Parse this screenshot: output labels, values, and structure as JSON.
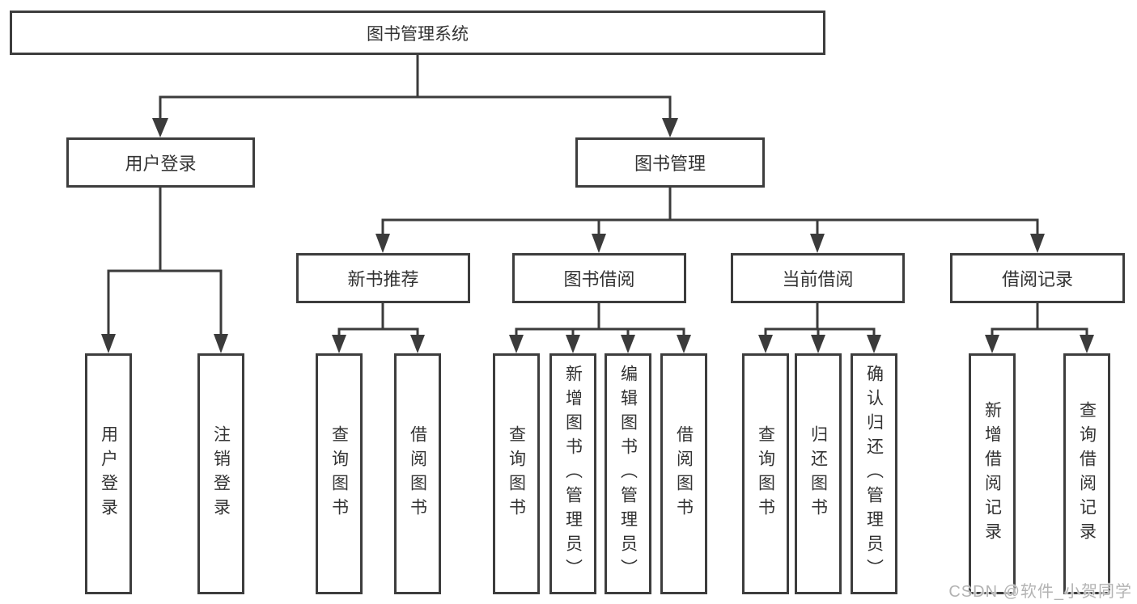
{
  "diagram": {
    "root": {
      "label": "图书管理系统"
    },
    "branches": [
      {
        "label": "用户登录",
        "children": [
          {
            "label": "用户登录"
          },
          {
            "label": "注销登录"
          }
        ]
      },
      {
        "label": "图书管理",
        "children": [
          {
            "label": "新书推荐",
            "children": [
              {
                "label": "查询图书"
              },
              {
                "label": "借阅图书"
              }
            ]
          },
          {
            "label": "图书借阅",
            "children": [
              {
                "label": "查询图书"
              },
              {
                "label": "新增图书（管理员）"
              },
              {
                "label": "编辑图书（管理员）"
              },
              {
                "label": "借阅图书"
              }
            ]
          },
          {
            "label": "当前借阅",
            "children": [
              {
                "label": "查询图书"
              },
              {
                "label": "归还图书"
              },
              {
                "label": "确认归还（管理员）"
              }
            ]
          },
          {
            "label": "借阅记录",
            "children": [
              {
                "label": "新增借阅记录"
              },
              {
                "label": "查询借阅记录"
              }
            ]
          }
        ]
      }
    ]
  },
  "watermark": {
    "text": "CSDN @软件_小贺同学"
  },
  "colors": {
    "line": "#3b3b3b",
    "box_border": "#3d3d3d",
    "text": "#333333",
    "watermark": "#b3b3b3",
    "background": "#ffffff"
  }
}
